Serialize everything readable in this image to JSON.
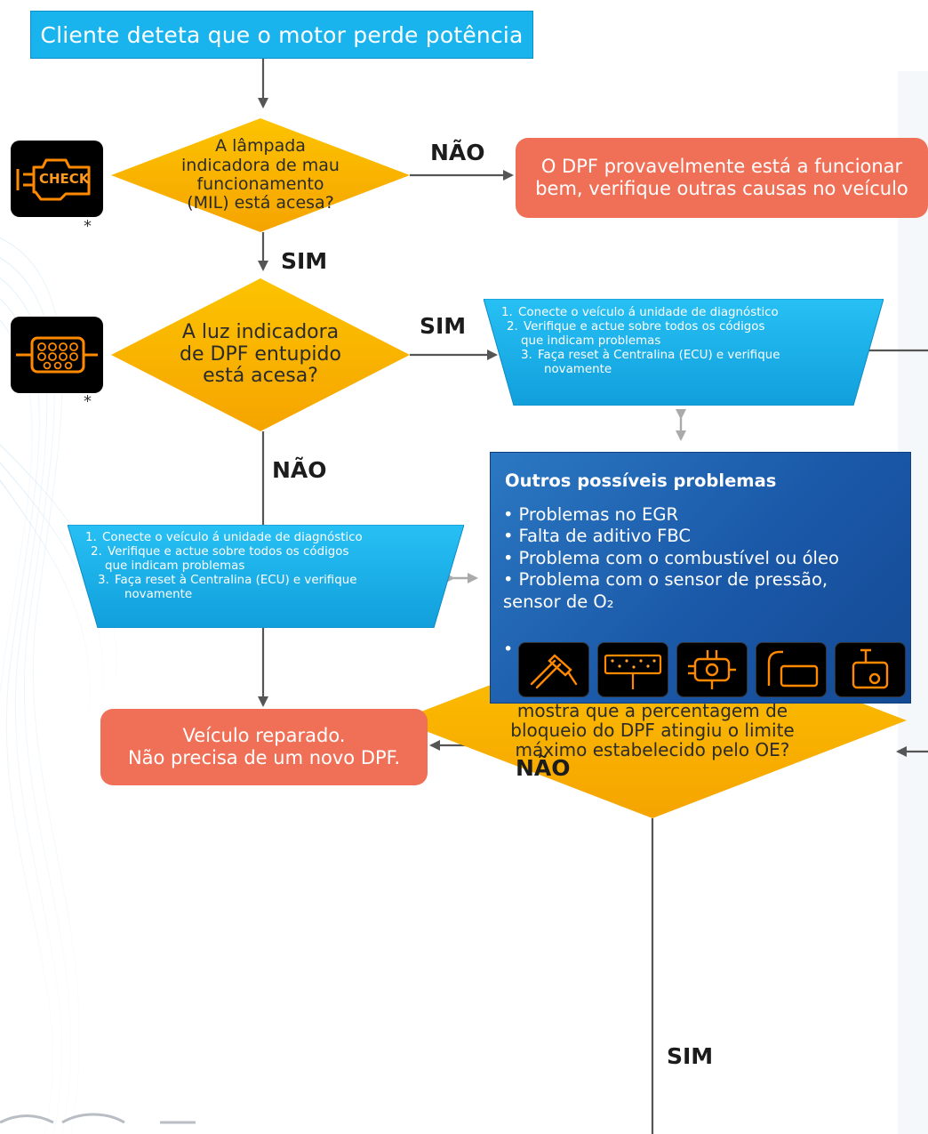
{
  "start": "Cliente deteta que o motor perde potência",
  "decisions": {
    "mil": "A lâmpada indicadora de mau funcionamento (MIL) está acesa?",
    "dpf_light": "A luz indicadora de DPF entupido está acesa?",
    "tool": "A ferramenta de verificação mostra que a percentagem de bloqueio do DPF atingiu o limite máximo estabelecido pelo OE?"
  },
  "labels": {
    "nao_1": "NÃO",
    "sim_1": "SIM",
    "sim_2": "SIM",
    "nao_2": "NÃO",
    "nao_3": "NÃO",
    "sim_3": "SIM"
  },
  "results": {
    "ok": "O DPF provavelmente está a funcionar bem, verifique outras causas no veículo",
    "repaired_line1": "Veículo reparado.",
    "repaired_line2": "Não precisa de um novo DPF."
  },
  "steps": [
    "Conecte o veículo á unidade de diagnóstico",
    "Verifique e actue sobre todos os códigos",
    "que indicam problemas",
    "Faça reset à Centralina (ECU) e verifique",
    "novamente"
  ],
  "step_numbers": [
    "1.",
    "2.",
    "3."
  ],
  "other_problems": {
    "title": "Outros possíveis problemas",
    "items": [
      "Problemas no EGR",
      "Falta de aditivo FBC",
      "Problema com o combustível ou óleo",
      "Problema com o sensor de pressão,",
      "sensor de O₂"
    ],
    "bullet": "•",
    "icons": [
      "injector-icon",
      "filter-icon",
      "pump-icon",
      "egr-pipe-icon",
      "oil-icon"
    ]
  },
  "warning_lights": {
    "check": "CHECK",
    "asterisk": "*"
  },
  "colors": {
    "start_blue": "#19b4ee",
    "decision_orange": "#f9b000",
    "result_salmon": "#f07057",
    "panel_blue": "#1a58a8",
    "warning_glow": "#ff8a00"
  }
}
